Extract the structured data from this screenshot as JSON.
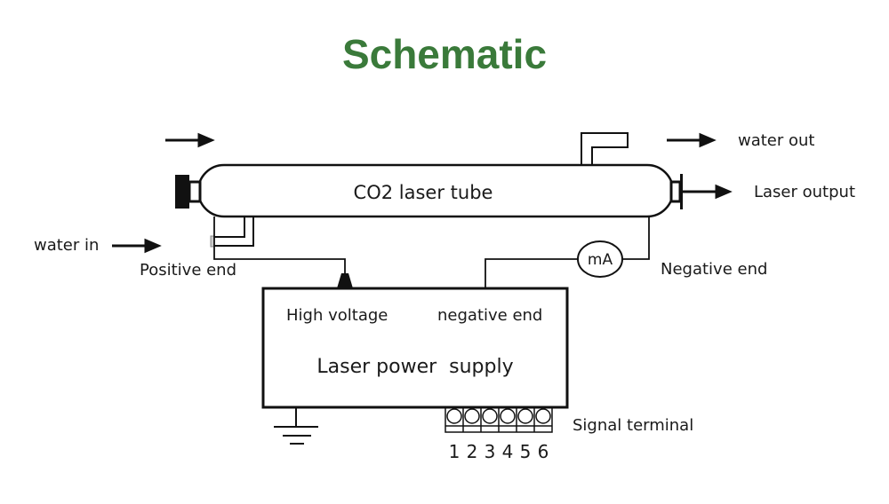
{
  "title": "Schematic",
  "colors": {
    "title": "#3a7a3a",
    "line": "#111111"
  },
  "labels": {
    "tube": "CO2 laser tube",
    "water_in": "water in",
    "water_out": "water out",
    "laser_output": "Laser output",
    "positive_end": "Positive end",
    "negative_end": "Negative end",
    "ammeter": "mA",
    "high_voltage": "High voltage",
    "psu_negative_end": "negative end",
    "power_supply": "Laser power  supply",
    "signal_terminal": "Signal terminal"
  },
  "terminals": [
    "1",
    "2",
    "3",
    "4",
    "5",
    "6"
  ]
}
